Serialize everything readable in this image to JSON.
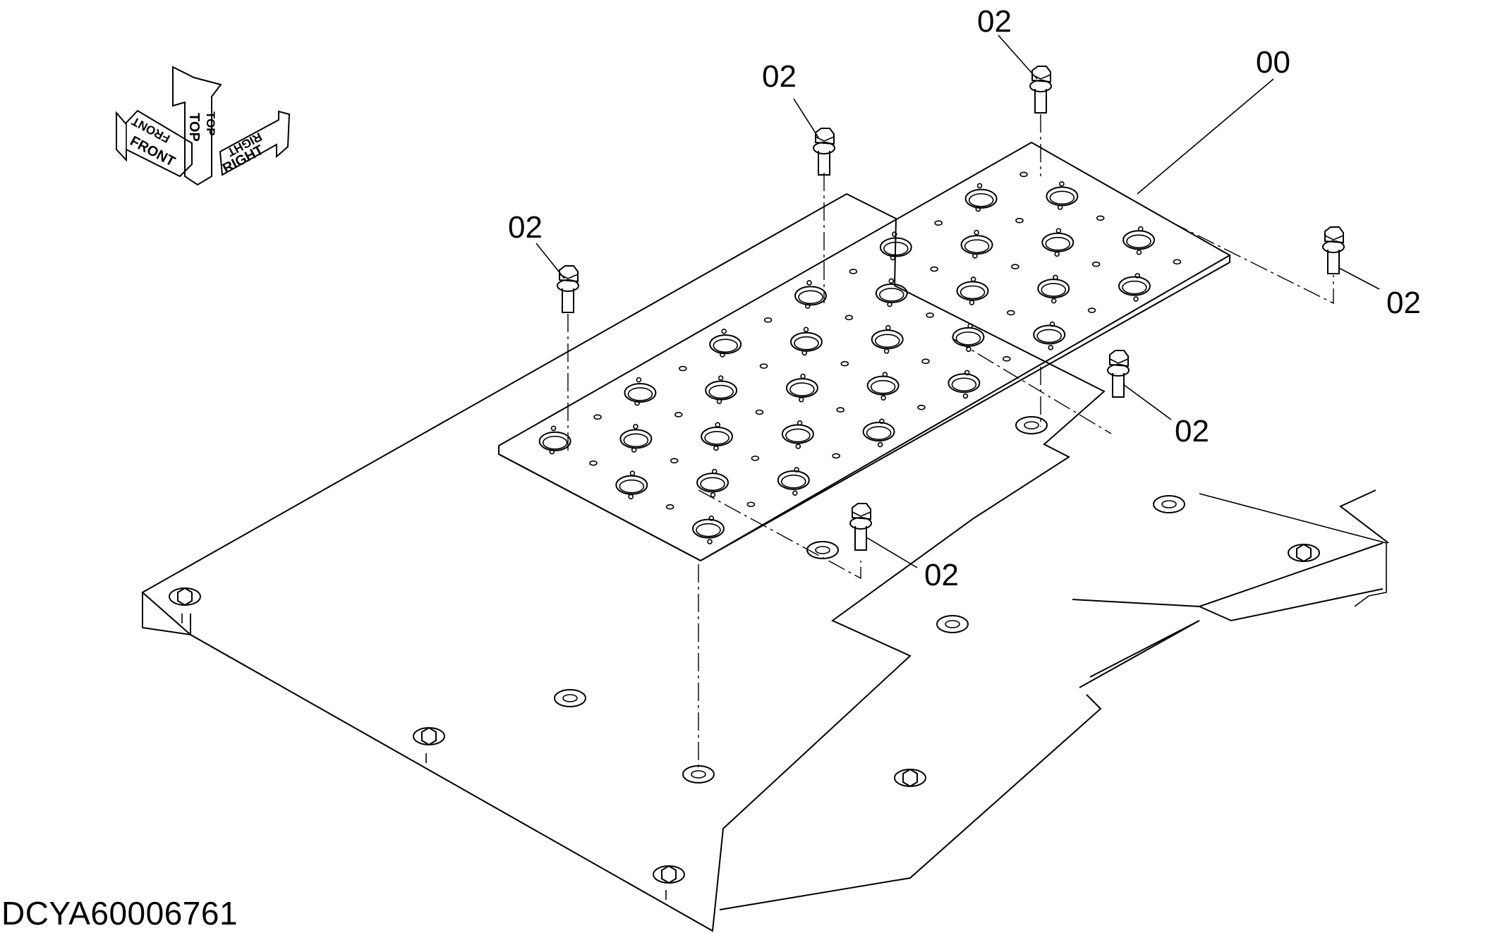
{
  "diagram": {
    "drawing_id": "DCYA60006761",
    "orientation_labels": {
      "front": "FRONT",
      "top": "TOP",
      "right": "RIGHT"
    },
    "callouts": {
      "plate": "00",
      "bolt_1": "02",
      "bolt_2": "02",
      "bolt_3": "02",
      "bolt_4": "02",
      "bolt_5": "02",
      "bolt_6": "02"
    }
  }
}
